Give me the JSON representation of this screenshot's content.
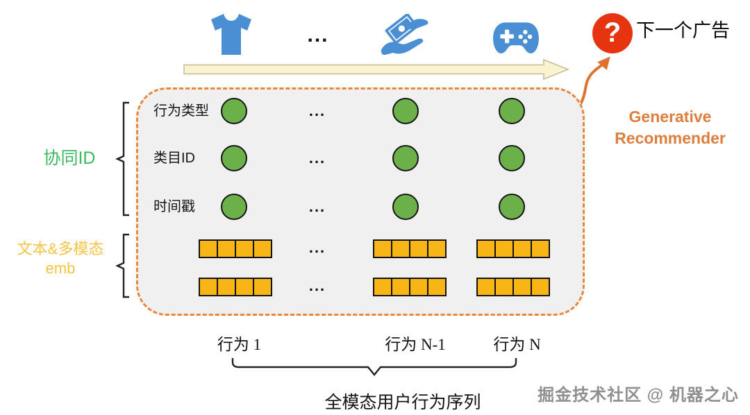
{
  "timeline": {
    "ellipsis": "...",
    "icons": [
      "tshirt-icon",
      "payment-hand-icon",
      "game-controller-icon"
    ]
  },
  "prediction": {
    "question_mark": "?",
    "label": "下一个广告"
  },
  "generative_recommender": {
    "line1": "Generative",
    "line2": "Recommender"
  },
  "matrix": {
    "row_labels": [
      "行为类型",
      "类目ID",
      "时间戳"
    ],
    "ellipsis": "..."
  },
  "left_labels": {
    "collaborative_id": "协同ID",
    "multimodal_line1": "文本&多模态",
    "multimodal_line2": "emb"
  },
  "bottom": {
    "behavior_labels": [
      "行为 1",
      "行为 N-1",
      "行为 N"
    ],
    "sequence_label": "全模态用户行为序列"
  },
  "watermark": "掘金技术社区 @ 机器之心",
  "colors": {
    "icon_blue": "#4a8fd3",
    "circle_green": "#6cb04a",
    "collab_green": "#3cb963",
    "emb_cell_yellow": "#f8b616",
    "emb_label_yellow": "#f6c443",
    "box_border_orange": "#e8873c",
    "box_bg": "#f0f0f1",
    "badge_red": "#e5340f",
    "gen_rec_orange": "#de7e3e",
    "timeline_arrow_fill": "#faf3d2",
    "curve_arrow_orange": "#e0722f"
  }
}
